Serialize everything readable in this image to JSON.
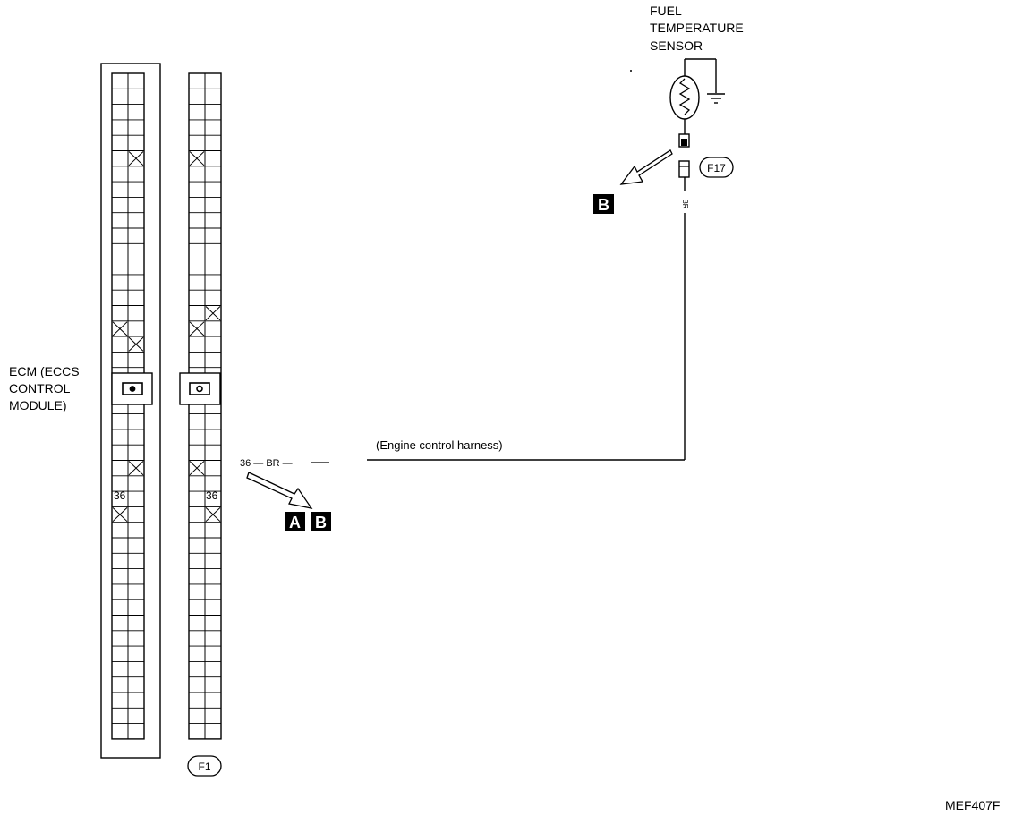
{
  "sensor": {
    "title_lines": [
      "FUEL",
      "TEMPERATURE",
      "SENSOR"
    ],
    "connector_id": "F17",
    "wire_color": "BR"
  },
  "ecm": {
    "label_lines": [
      "ECM (ECCS",
      "CONTROL",
      "MODULE)"
    ],
    "connector_id": "F1",
    "pin_label": "36"
  },
  "harness": {
    "terminal_label": "36 — BR —",
    "name": "(Engine control harness)"
  },
  "callouts": {
    "a": "A",
    "b": "B"
  },
  "figure_code": "MEF407F"
}
